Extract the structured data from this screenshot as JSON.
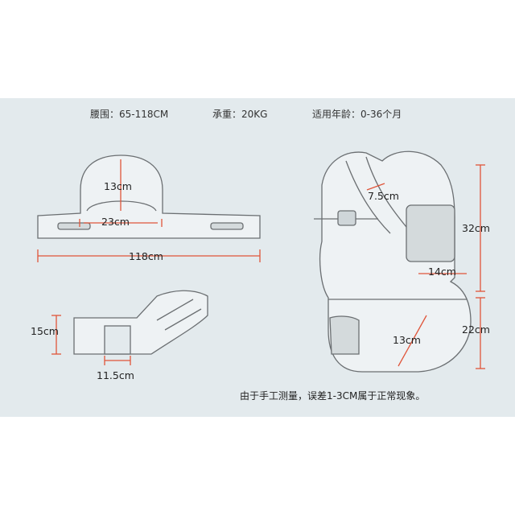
{
  "specs": {
    "waist": "腰围：65-118CM",
    "load": "承重：20KG",
    "age": "适用年龄：0-36个月"
  },
  "dimensions": {
    "seat_height": "13cm",
    "seat_width": "23cm",
    "belt_length": "118cm",
    "stool_height": "15cm",
    "stool_base": "11.5cm",
    "strap_width": "7.5cm",
    "upper_height": "32cm",
    "panel_width": "14cm",
    "lower_height": "22cm",
    "stool_diag": "13cm"
  },
  "note": "由于手工测量，误差1-3CM属于正常现象。",
  "colors": {
    "panel_bg": "#e3eaed",
    "dimension_line": "#e0553a",
    "outline": "#6b6f72"
  }
}
